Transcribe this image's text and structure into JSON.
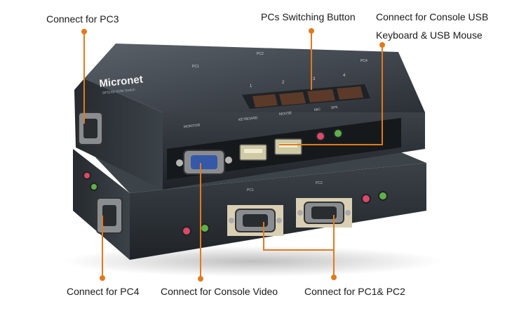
{
  "brand": "Micronet",
  "model": "SP214D KVM Switch",
  "callouts": {
    "pc3": "Connect for PC3",
    "switching_button": "PCs Switching Button",
    "console_usb_line1": "Connect for Console USB",
    "console_usb_line2": "Keyboard & USB Mouse",
    "pc4": "Connect for PC4",
    "console_video": "Connect for Console Video",
    "pc1_pc2": "Connect for PC1& PC2"
  },
  "top_panel_labels": [
    "PC1",
    "PC2",
    "PC4"
  ],
  "button_numbers": [
    "1",
    "2",
    "3",
    "4"
  ],
  "front_labels": [
    "MONITOR",
    "KEYBOARD",
    "MOUSE",
    "MIC",
    "SPK"
  ],
  "back_labels": [
    "PC1",
    "PC2"
  ],
  "colors": {
    "callout_line": "#e07a1f",
    "device_body": "#2f353b",
    "audio_pink": "#d94a6b",
    "audio_green": "#5fb04a"
  }
}
